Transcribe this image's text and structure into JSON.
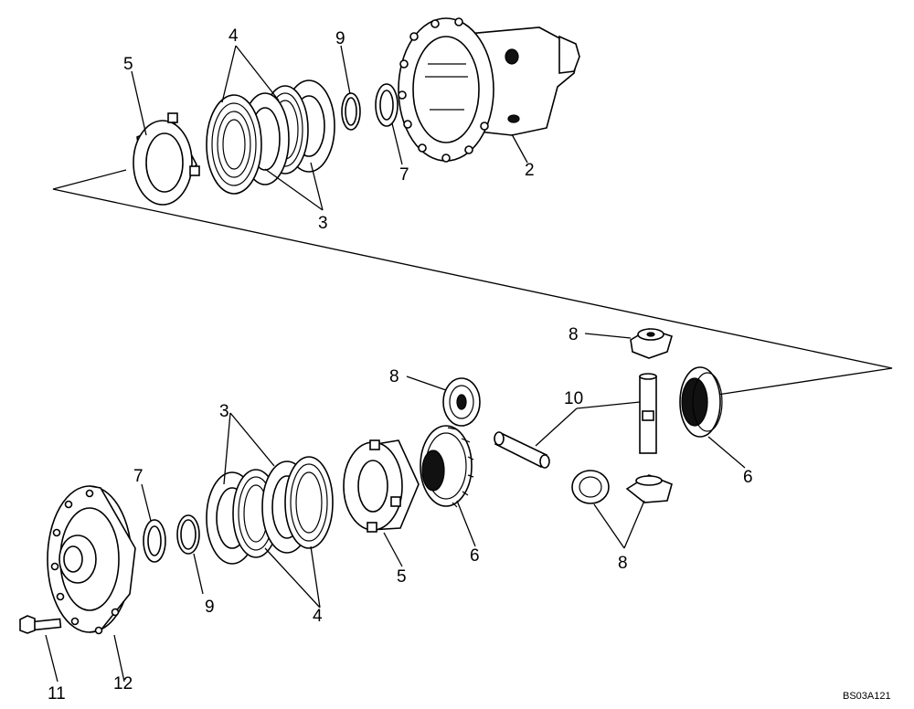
{
  "figure": {
    "reference_code": "BS03A121"
  },
  "callouts": {
    "c2": "2",
    "c3_top": "3",
    "c3_bottom": "3",
    "c4_top": "4",
    "c4_bottom": "4",
    "c5_top": "5",
    "c5_bottom": "5",
    "c6_center": "6",
    "c6_right": "6",
    "c7_top": "7",
    "c7_bottom": "7",
    "c8_top": "8",
    "c8_mid": "8",
    "c8_bottom": "8",
    "c9_top": "9",
    "c9_bottom": "9",
    "c10": "10",
    "c11": "11",
    "c12": "12"
  }
}
